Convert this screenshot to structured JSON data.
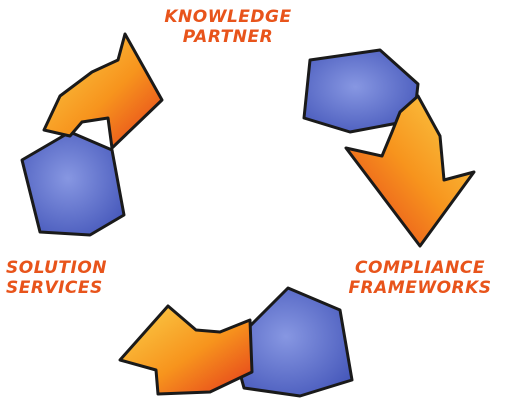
{
  "colors": {
    "label_text": "#e8541b",
    "arrow_outline": "#1a1a1a",
    "arrow_red": "#e43a1c",
    "arrow_orange": "#f7941d",
    "arrow_yellow": "#fbd14b",
    "tail_blue": "#5466c8",
    "tail_blue_light": "#8797e2"
  },
  "labels": {
    "knowledge_partner": [
      "KNOWLEDGE",
      "PARTNER"
    ],
    "solution_services": [
      "SOLUTION",
      "SERVICES"
    ],
    "compliance_frameworks": [
      "COMPLIANCE",
      "FRAMEWORKS"
    ]
  },
  "icons": {
    "cycle": "recycling-arrows-icon"
  }
}
